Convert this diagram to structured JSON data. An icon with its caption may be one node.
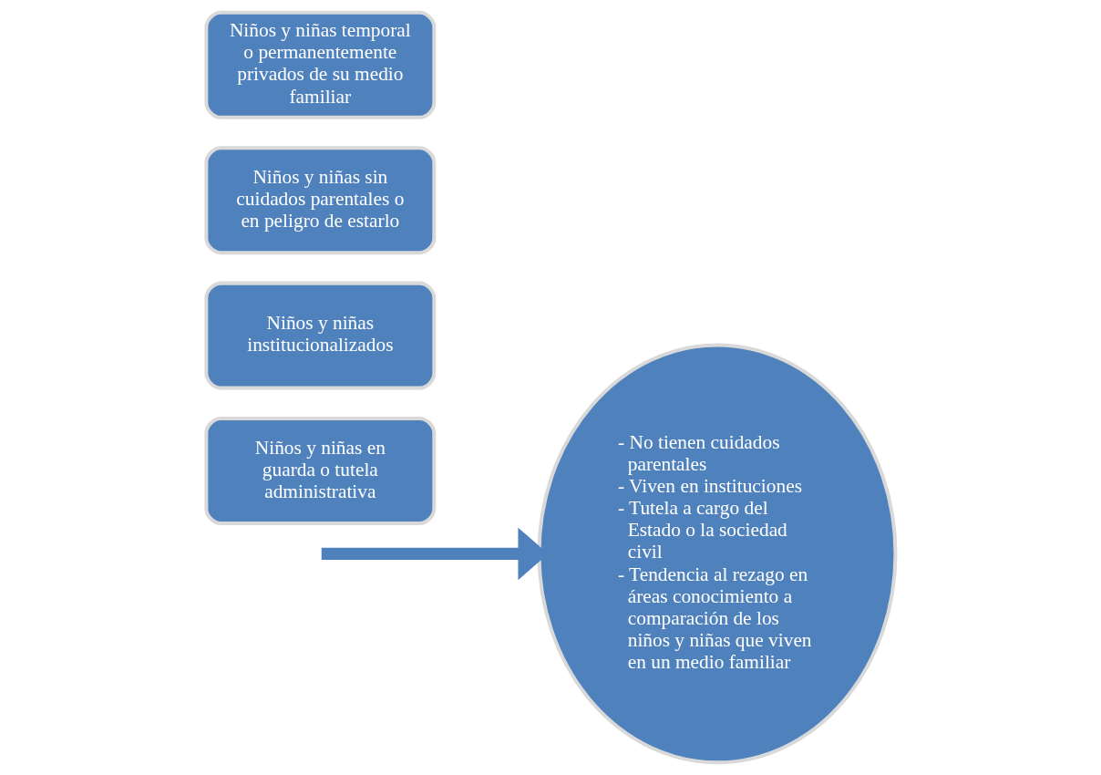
{
  "diagram": {
    "nodes": [
      {
        "text": [
          "Niños y niñas temporal o permanentemente privados de su medio familiar"
        ]
      },
      {
        "text": [
          "Niños y niñas sin cuidados parentales o en peligro de estarlo"
        ]
      },
      {
        "text": [
          "Niños y niñas institucionalizados"
        ]
      },
      {
        "text": [
          "Niños y niñas en guarda o tutela administrativa"
        ]
      },
      {
        "text": [
          "- No tienen cuidados parentales",
          "- Viven en instituciones",
          "- Tutela a cargo del Estado o la sociedad civil",
          "- Tendencia al rezago en áreas conocimiento a comparación de los niños y niñas que viven en un medio familiar"
        ]
      }
    ],
    "edges": [
      {
        "from": null,
        "to": 4,
        "arrow": "to"
      }
    ]
  }
}
